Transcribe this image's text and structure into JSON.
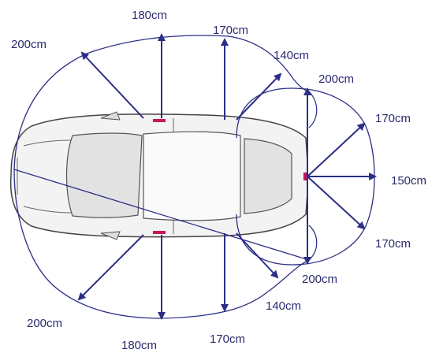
{
  "diagram": {
    "line_color": "#2b2e86",
    "sensor_color": "#c0185a",
    "car_fill": "#f3f3f3",
    "car_stroke": "#444444"
  },
  "labels": {
    "front_left": "200cm",
    "front_center_left": "180cm",
    "front_center_right": "170cm",
    "front_right": "140cm",
    "rear_side_top": "200cm",
    "rear_upper": "170cm",
    "rear_center": "150cm",
    "rear_lower": "170cm",
    "rear_side_bottom": "200cm",
    "bottom_right": "140cm",
    "bottom_left": "200cm",
    "bottom_center_left": "180cm",
    "bottom_center_right": "170cm"
  }
}
